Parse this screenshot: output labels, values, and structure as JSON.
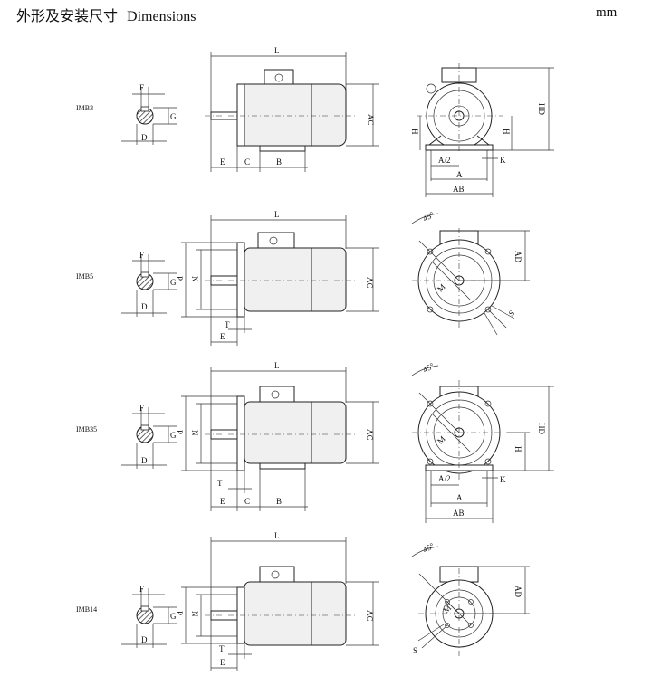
{
  "header": {
    "title_cn": "外形及安装尺寸",
    "title_en": "Dimensions",
    "unit": "mm"
  },
  "rows": [
    {
      "name": "IMB3",
      "shaft": {
        "f": "F",
        "g": "G",
        "d": "D"
      },
      "side": {
        "l": "L",
        "ac": "AC",
        "e": "E",
        "c": "C",
        "b": "B"
      },
      "front": {
        "hd": "HD",
        "h_left": "H",
        "h_right": "H",
        "a_half": "A/2",
        "k": "K",
        "a": "A",
        "ab": "AB"
      }
    },
    {
      "name": "IMB5",
      "shaft": {
        "f": "F",
        "g": "G",
        "d": "D"
      },
      "side": {
        "l": "L",
        "ac": "AC",
        "p": "P",
        "n": "N",
        "t": "T",
        "e": "E"
      },
      "front": {
        "angle": "45°",
        "ad": "AD",
        "m": "M",
        "s": "S"
      }
    },
    {
      "name": "IMB35",
      "shaft": {
        "f": "F",
        "g": "G",
        "d": "D"
      },
      "side": {
        "l": "L",
        "ac": "AC",
        "p": "P",
        "n": "N",
        "t": "T",
        "e": "E",
        "c": "C",
        "b": "B"
      },
      "front": {
        "angle": "45°",
        "hd": "HD",
        "h": "H",
        "m": "M",
        "a_half": "A/2",
        "k": "K",
        "a": "A",
        "ab": "AB"
      }
    },
    {
      "name": "IMB14",
      "shaft": {
        "f": "F",
        "g": "G",
        "d": "D"
      },
      "side": {
        "l": "L",
        "ac": "AC",
        "p": "P",
        "n": "N",
        "t": "T",
        "e": "E"
      },
      "front": {
        "angle": "45°",
        "ad": "AD",
        "m": "M",
        "s": "S"
      }
    }
  ]
}
